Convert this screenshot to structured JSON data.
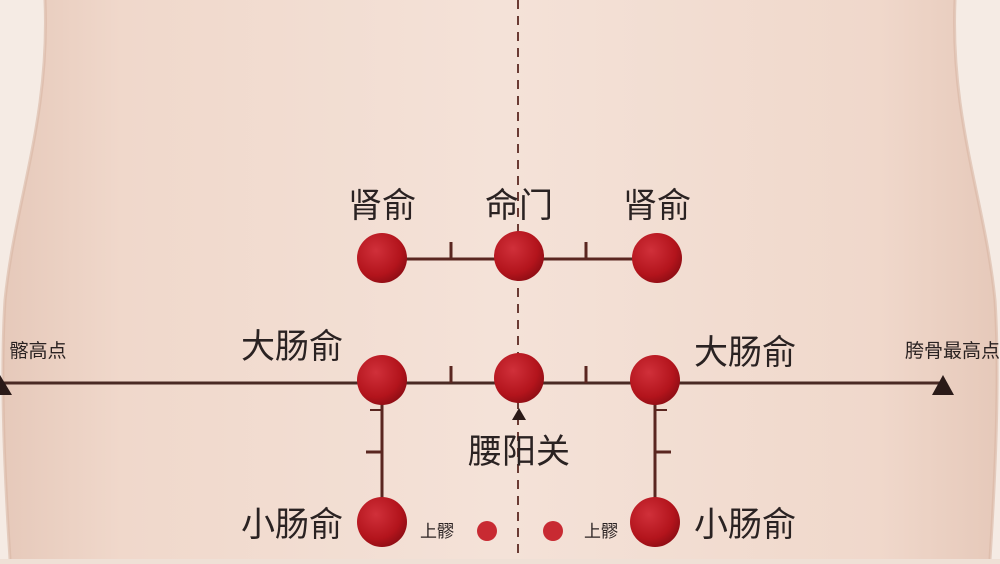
{
  "labels": {
    "shenshu_left": "肾俞",
    "mingmen": "命门",
    "shenshu_right": "肾俞",
    "dachangshu_left": "大肠俞",
    "dachangshu_right": "大肠俞",
    "yaoyangguan": "腰阳关",
    "xiaochangshu_left": "小肠俞",
    "xiaochangshu_right": "小肠俞",
    "shangliao_left": "上髎",
    "shangliao_right": "上髎",
    "iliac_left": "髂高点",
    "iliac_right": "胯骨最高点"
  },
  "colors": {
    "point": "#b3141c",
    "point_highlight": "#d63a3a",
    "line": "#5a2620",
    "text": "#2a2222",
    "skin_light": "#f3e2d8",
    "skin_mid": "#ecd0c1",
    "skin_shadow": "#e2bfae"
  }
}
